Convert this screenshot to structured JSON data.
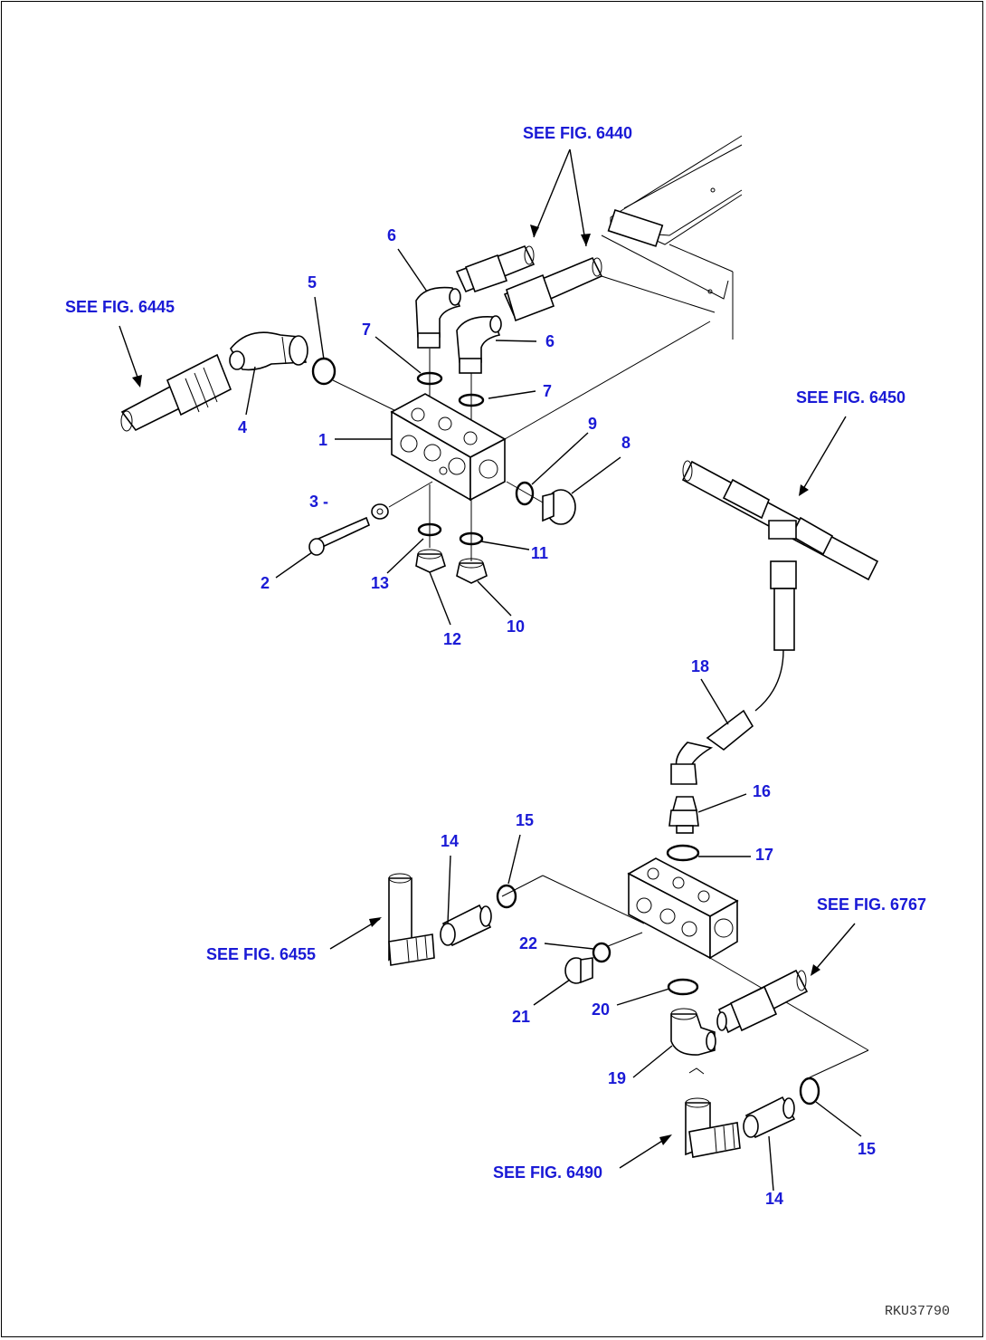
{
  "references": {
    "fig_6440": "SEE FIG. 6440",
    "fig_6445": "SEE FIG. 6445",
    "fig_6450": "SEE FIG. 6450",
    "fig_6455": "SEE FIG. 6455",
    "fig_6767": "SEE FIG. 6767",
    "fig_6490": "SEE FIG. 6490"
  },
  "callouts": {
    "c1": "1",
    "c2": "2",
    "c3": "3 -",
    "c4": "4",
    "c5": "5",
    "c6a": "6",
    "c6b": "6",
    "c7a": "7",
    "c7b": "7",
    "c8": "8",
    "c9": "9",
    "c10": "10",
    "c11": "11",
    "c12": "12",
    "c13": "13",
    "c14a": "14",
    "c14b": "14",
    "c15a": "15",
    "c15b": "15",
    "c16": "16",
    "c17": "17",
    "c18": "18",
    "c19": "19",
    "c20": "20",
    "c21": "21",
    "c22": "22"
  },
  "drawing_code": "RKU37790",
  "colors": {
    "callout": "#1a1ad6",
    "line": "#000000",
    "background": "#ffffff"
  }
}
